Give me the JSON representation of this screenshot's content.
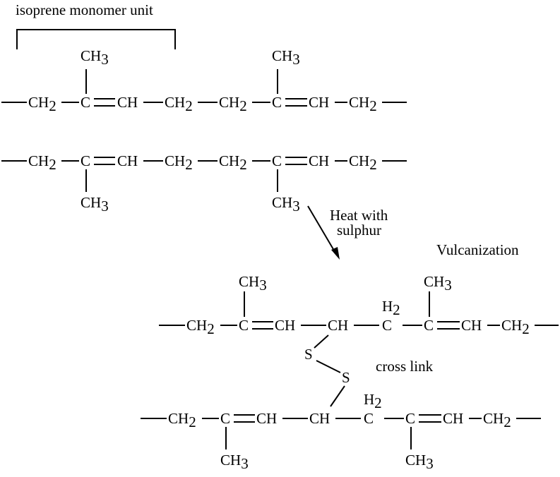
{
  "caption_monomer": "isoprene monomer unit",
  "caption_reaction_line1": "Heat with",
  "caption_reaction_line2": "sulphur",
  "caption_process": "Vulcanization",
  "caption_crosslink": "cross link",
  "atom_c": "C",
  "group_ch": "CH",
  "group_ch2_base": "CH",
  "group_ch3_base": "CH",
  "subscript_2": "2",
  "subscript_3": "3",
  "group_h2_base": "H",
  "atom_s": "S"
}
